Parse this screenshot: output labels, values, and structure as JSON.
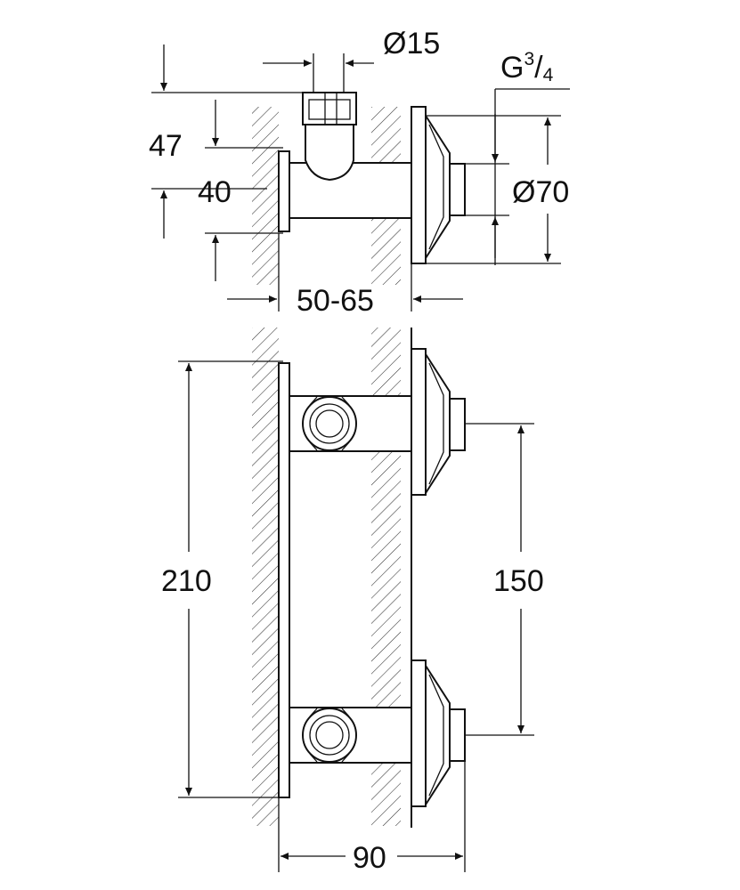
{
  "dimensions": {
    "pipe_diameter": "Ø15",
    "thread": {
      "base": "G",
      "num": "3",
      "den": "4"
    },
    "height_upper": "47",
    "height_lower": "40",
    "flange_diameter": "Ø70",
    "wall_depth": "50-65",
    "bar_height": "210",
    "center_distance": "150",
    "total_depth": "90"
  },
  "colors": {
    "line": "#111111",
    "background": "#ffffff"
  }
}
